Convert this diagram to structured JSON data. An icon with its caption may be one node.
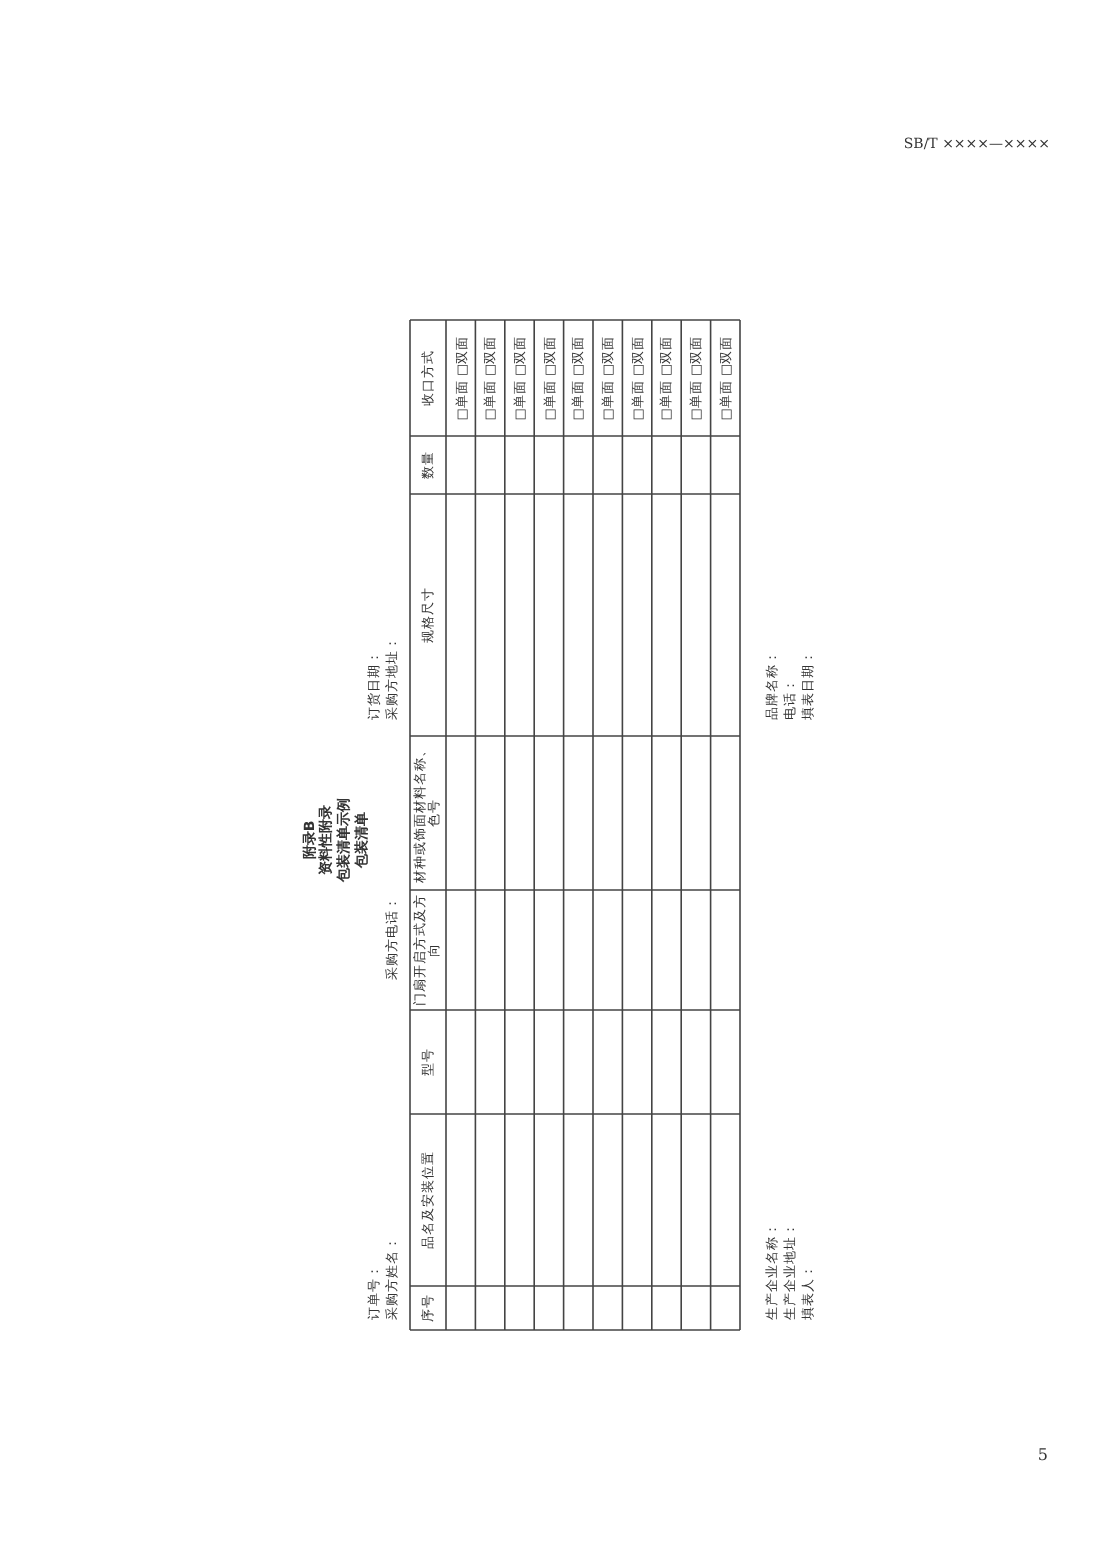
{
  "diagram": {
    "labels": [
      "SB/T ××××—××××",
      "附录B",
      "资料性附录",
      "包装清单示例",
      "包装清单",
      "订单号：",
      "采购方姓名：",
      "采购方电话：",
      "订货日期：",
      "采购方地址：",
      "序号",
      "品名及安装位置",
      "型号",
      "门扇开启方式及方向",
      "材种或饰面材料名称、色号",
      "规格尺寸",
      "数量",
      "收口方式",
      "□单面 □双面",
      "□单面 □双面",
      "□单面 □双面",
      "□单面 □双面",
      "□单面 □双面",
      "□单面 □双面",
      "□单面 □双面",
      "□单面 □双面",
      "□单面 □双面",
      "□单面 □双面",
      "生产企业名称：",
      "生产企业地址：",
      "填表人：",
      "品牌名称：",
      "电话：",
      "填表日期：",
      "5"
    ]
  }
}
